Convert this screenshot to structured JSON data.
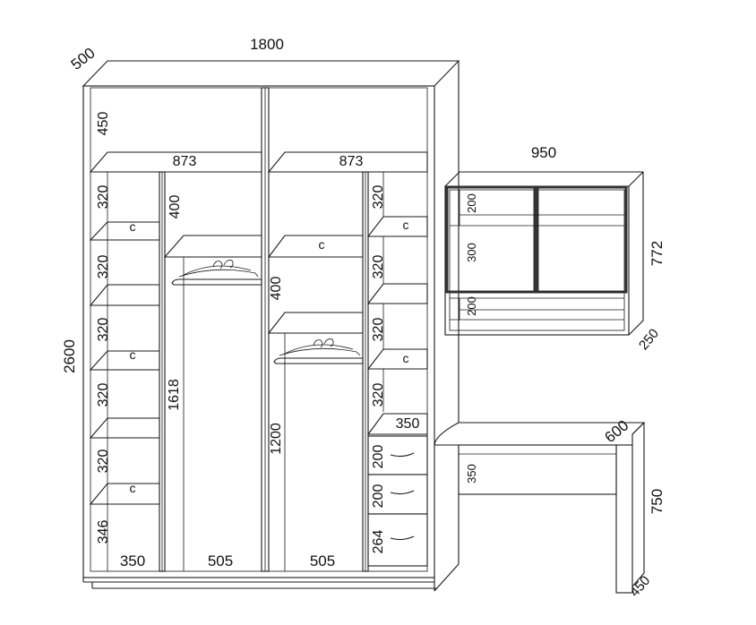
{
  "wardrobe": {
    "width": "1800",
    "depth": "500",
    "height": "2600",
    "top_section_height": "450",
    "top_shelf_width_left": "873",
    "top_shelf_width_right": "873",
    "left_column_width": "350",
    "left_column_shelves": [
      "320",
      "320",
      "320",
      "320",
      "320",
      "346"
    ],
    "left_hanging_width": "505",
    "left_hanging_upper": "400",
    "left_hanging_height": "1618",
    "right_hanging_width": "505",
    "right_hanging_upper": "400",
    "right_hanging_height": "1200",
    "right_column_shelves": [
      "320",
      "320",
      "320",
      "320"
    ],
    "right_column_shelf_width": "350",
    "drawers": [
      "200",
      "200",
      "264"
    ],
    "shelf_marker": "с"
  },
  "wall_cabinet": {
    "width": "950",
    "height": "772",
    "depth": "250",
    "sections": [
      "200",
      "300",
      "200"
    ]
  },
  "desk": {
    "depth": "600",
    "height": "750",
    "leg_depth": "450",
    "panel_height": "350"
  }
}
